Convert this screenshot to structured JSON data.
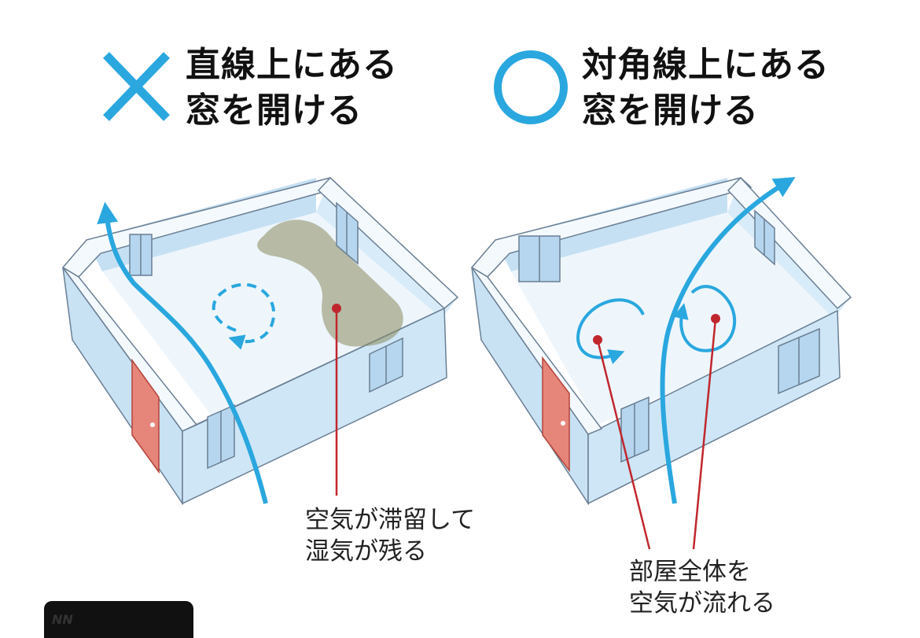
{
  "colors": {
    "accent": "#2aa7df",
    "wall": "#cfe6f6",
    "wall_top": "#f4f9fd",
    "wall_outline": "#6a7f94",
    "floor": "#eaf4fb",
    "window_glass": "#b5d6ee",
    "door": "#e6857a",
    "pointer": "#c0272d",
    "stagnant": "#8a8a5e"
  },
  "bad_example": {
    "symbol": "cross",
    "heading_lines": [
      "直線上にある",
      "窓を開ける"
    ],
    "caption_lines": [
      "空気が滞留して",
      "湿気が残る"
    ]
  },
  "good_example": {
    "symbol": "circle",
    "heading_lines": [
      "対角線上にある",
      "窓を開ける"
    ],
    "caption_lines": [
      "部屋全体を",
      "空気が流れる"
    ]
  },
  "logo_text": "NN"
}
